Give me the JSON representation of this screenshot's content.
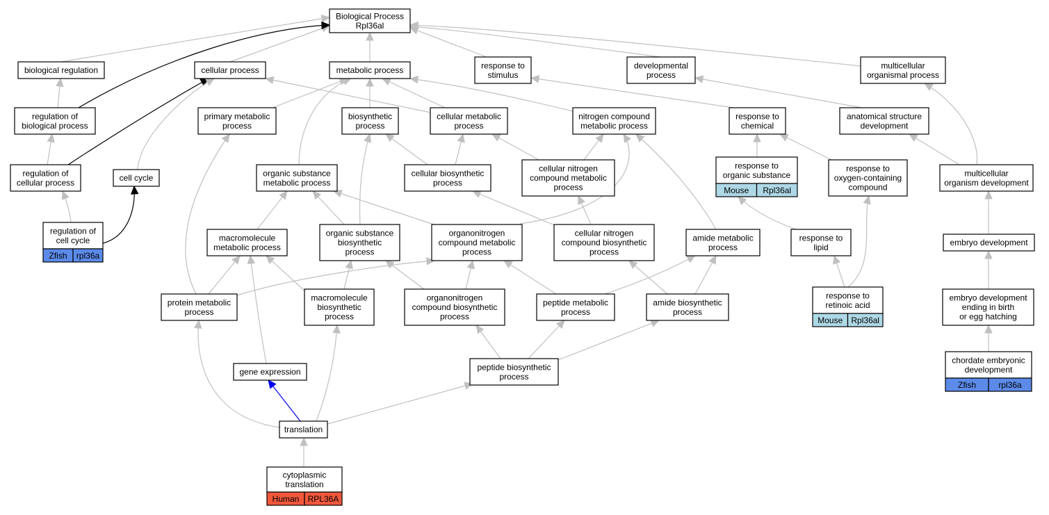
{
  "colors": {
    "edge_default": "#c0c0c0",
    "edge_regulates": "#000000",
    "edge_blue": "#0000ee",
    "human": "#f0583c",
    "mouse": "#aed8e6",
    "zfish": "#5b8ae8"
  },
  "nodes": {
    "bp": {
      "lines": [
        "Biological Process",
        "Rpl36al"
      ]
    },
    "bioreg": {
      "lines": [
        "biological regulation"
      ]
    },
    "cellproc": {
      "lines": [
        "cellular process"
      ]
    },
    "metab": {
      "lines": [
        "metabolic process"
      ]
    },
    "resp_stim": {
      "lines": [
        "response to",
        "stimulus"
      ]
    },
    "devproc": {
      "lines": [
        "developmental",
        "process"
      ]
    },
    "multiorg": {
      "lines": [
        "multicellular",
        "organismal process"
      ]
    },
    "reg_bio": {
      "lines": [
        "regulation of",
        "biological process"
      ]
    },
    "prim_met": {
      "lines": [
        "primary metabolic",
        "process"
      ]
    },
    "biosyn": {
      "lines": [
        "biosynthetic",
        "process"
      ]
    },
    "cell_met": {
      "lines": [
        "cellular metabolic",
        "process"
      ]
    },
    "nitro_met": {
      "lines": [
        "nitrogen compound",
        "metabolic process"
      ]
    },
    "resp_chem": {
      "lines": [
        "response to",
        "chemical"
      ]
    },
    "anat_dev": {
      "lines": [
        "anatomical structure",
        "development"
      ]
    },
    "reg_cell": {
      "lines": [
        "regulation of",
        "cellular process"
      ]
    },
    "cell_cycle": {
      "lines": [
        "cell cycle"
      ]
    },
    "org_sub_met": {
      "lines": [
        "organic substance",
        "metabolic process"
      ]
    },
    "cell_biosyn": {
      "lines": [
        "cellular biosynthetic",
        "process"
      ]
    },
    "cell_nitro_met": {
      "lines": [
        "cellular nitrogen",
        "compound metabolic",
        "process"
      ]
    },
    "resp_org_sub": {
      "lines": [
        "response to",
        "organic substance"
      ],
      "badges": [
        {
          "species": "Mouse",
          "gene": "Rpl36al"
        }
      ]
    },
    "resp_oxy": {
      "lines": [
        "response to",
        "oxygen-containing",
        "compound"
      ]
    },
    "multi_dev": {
      "lines": [
        "multicellular",
        "organism development"
      ]
    },
    "reg_cc": {
      "lines": [
        "regulation of",
        "cell cycle"
      ],
      "badges": [
        {
          "species": "Zfish",
          "gene": "rpl36a"
        }
      ]
    },
    "macro_met": {
      "lines": [
        "macromolecule",
        "metabolic process"
      ]
    },
    "org_sub_biosyn": {
      "lines": [
        "organic substance",
        "biosynthetic",
        "process"
      ]
    },
    "orgn_met": {
      "lines": [
        "organonitrogen",
        "compound metabolic",
        "process"
      ]
    },
    "cell_nitro_biosyn": {
      "lines": [
        "cellular nitrogen",
        "compound biosynthetic",
        "process"
      ]
    },
    "amide_met": {
      "lines": [
        "amide metabolic",
        "process"
      ]
    },
    "resp_lipid": {
      "lines": [
        "response to",
        "lipid"
      ]
    },
    "embryo_dev": {
      "lines": [
        "embryo development"
      ]
    },
    "prot_met": {
      "lines": [
        "protein metabolic",
        "process"
      ]
    },
    "macro_biosyn": {
      "lines": [
        "macromolecule",
        "biosynthetic",
        "process"
      ]
    },
    "orgn_biosyn": {
      "lines": [
        "organonitrogen",
        "compound biosynthetic",
        "process"
      ]
    },
    "pep_met": {
      "lines": [
        "peptide metabolic",
        "process"
      ]
    },
    "amide_biosyn": {
      "lines": [
        "amide biosynthetic",
        "process"
      ]
    },
    "resp_ra": {
      "lines": [
        "response to",
        "retinoic acid"
      ],
      "badges": [
        {
          "species": "Mouse",
          "gene": "Rpl36al"
        }
      ]
    },
    "embryo_birth": {
      "lines": [
        "embryo development",
        "ending in birth",
        "or egg hatching"
      ]
    },
    "gene_expr": {
      "lines": [
        "gene expression"
      ]
    },
    "pep_biosyn": {
      "lines": [
        "peptide biosynthetic",
        "process"
      ]
    },
    "chordate": {
      "lines": [
        "chordate embryonic",
        "development"
      ],
      "badges": [
        {
          "species": "Zfish",
          "gene": "rpl36a"
        }
      ]
    },
    "translation": {
      "lines": [
        "translation"
      ]
    },
    "cyto_trans": {
      "lines": [
        "cytoplasmic",
        "translation"
      ],
      "badges": [
        {
          "species": "Human",
          "gene": "RPL36A"
        }
      ]
    }
  }
}
